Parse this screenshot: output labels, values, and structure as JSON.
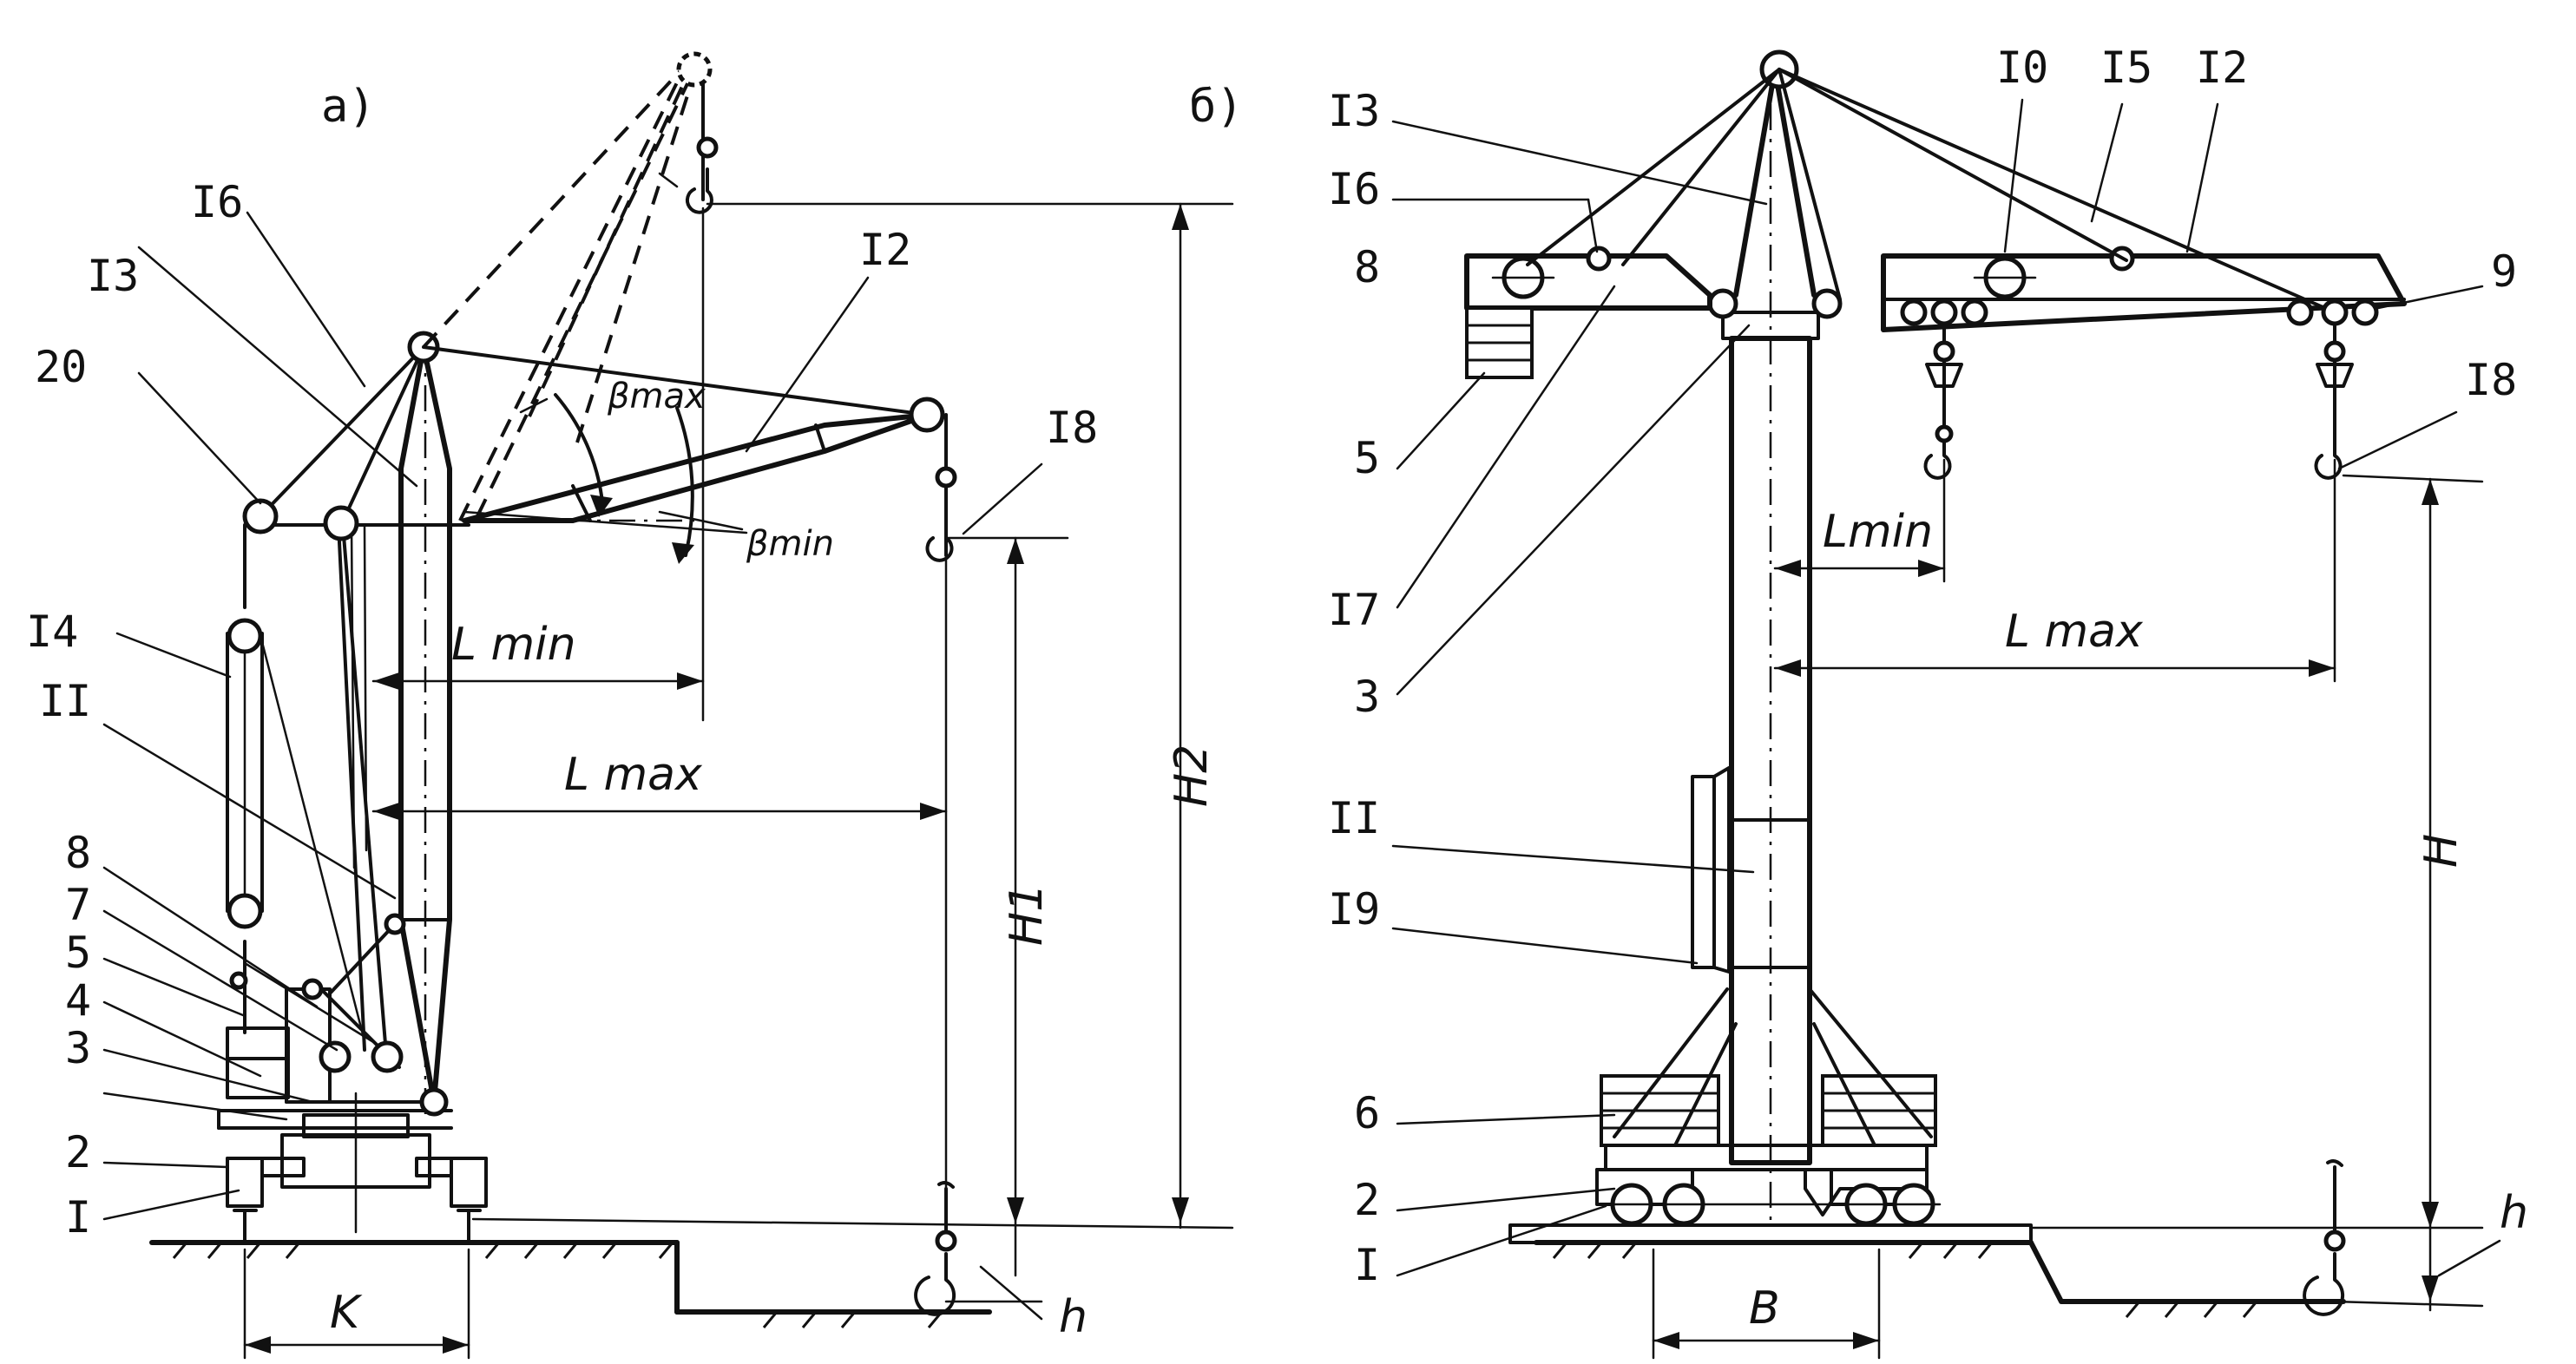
{
  "panels": {
    "a": "а)",
    "b": "б)"
  },
  "labels_a": {
    "n16": "I6",
    "n13": "I3",
    "n20": "20",
    "n14": "I4",
    "n11": "II",
    "n8": "8",
    "n7": "7",
    "n5": "5",
    "n4": "4",
    "n3": "3",
    "n2": "2",
    "n1": "I",
    "n12": "I2",
    "n18": "I8"
  },
  "labels_b": {
    "n13": "I3",
    "n16": "I6",
    "n8": "8",
    "n5": "5",
    "n17": "I7",
    "n3": "3",
    "n10": "I0",
    "n15": "I5",
    "n12": "I2",
    "n9": "9",
    "n18": "I8",
    "n11": "II",
    "n19": "I9",
    "n6": "6",
    "n2": "2",
    "n1": "I"
  },
  "dims_a": {
    "lmin": "L min",
    "lmax": "L max",
    "h1": "H1",
    "h2": "H2",
    "h": "h",
    "k": "K",
    "bmax": "βmax",
    "bmin": "βmin"
  },
  "dims_b": {
    "lmin": "Lmin",
    "lmax": "L max",
    "h": "H",
    "hsmall": "h",
    "b": "B"
  }
}
